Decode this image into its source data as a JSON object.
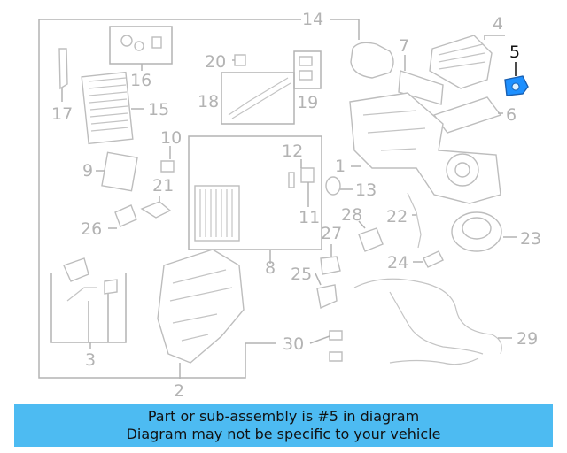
{
  "callouts": [
    "1",
    "2",
    "3",
    "4",
    "5",
    "6",
    "7",
    "8",
    "9",
    "10",
    "11",
    "12",
    "13",
    "14",
    "15",
    "16",
    "17",
    "18",
    "19",
    "20",
    "21",
    "22",
    "23",
    "24",
    "25",
    "26",
    "27",
    "28",
    "29",
    "30"
  ],
  "highlighted_part": "5",
  "colors": {
    "banner": "#4dbbf2",
    "highlight_part": "#1e90ff",
    "line_art": "#b3b3b3"
  },
  "banner": {
    "line1": "Part or sub-assembly is #5 in diagram",
    "line2": "Diagram may not be specific to your vehicle"
  }
}
